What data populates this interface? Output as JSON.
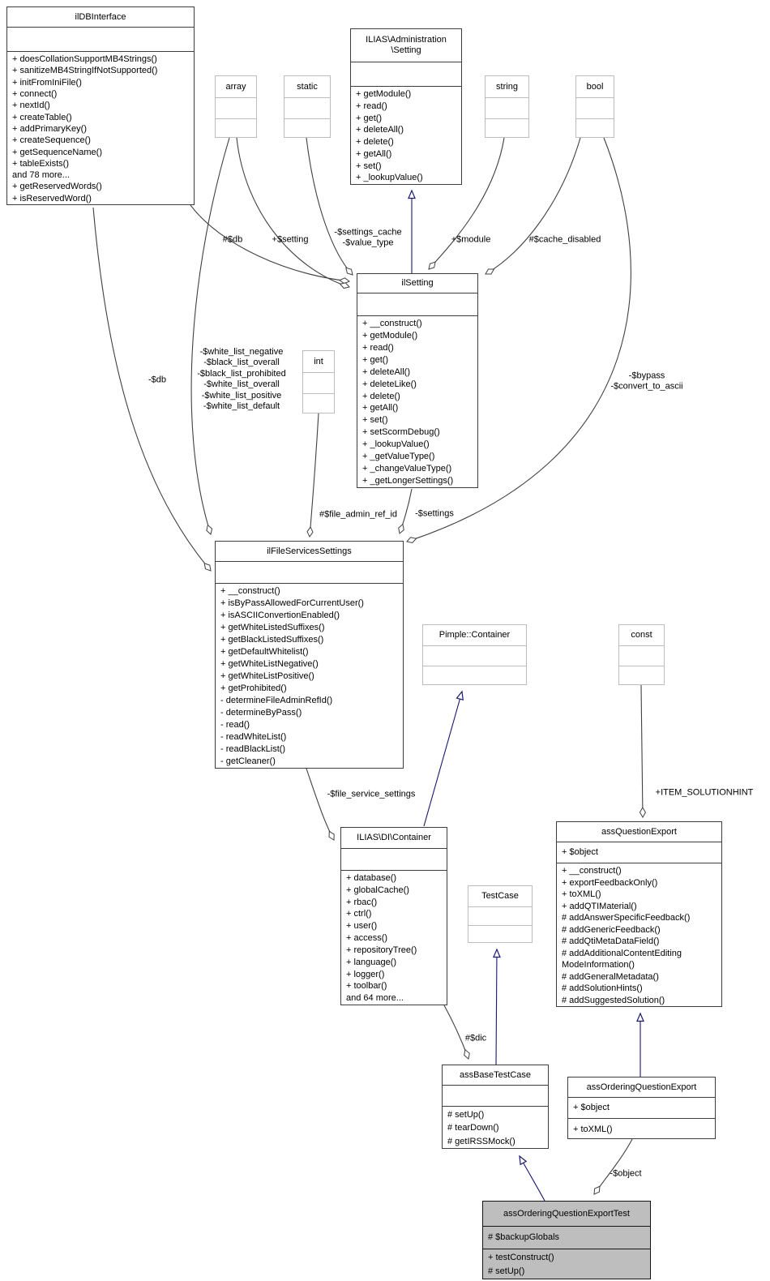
{
  "diagram": {
    "title": "assOrderingQuestionExportTest collaboration graph",
    "classes": [
      {
        "id": "ildbinterface",
        "title": "ilDBInterface",
        "attributes": [],
        "methods": [
          "+ doesCollationSupportMB4Strings()",
          "+ sanitizeMB4StringIfNotSupported()",
          "+ initFromIniFile()",
          "+ connect()",
          "+ nextId()",
          "+ createTable()",
          "+ addPrimaryKey()",
          "+ createSequence()",
          "+ getSequenceName()",
          "+ tableExists()",
          "and 78 more...",
          "+ getReservedWords()",
          "+ isReservedWord()"
        ]
      },
      {
        "id": "array",
        "title": "array",
        "attributes": [],
        "methods": []
      },
      {
        "id": "static",
        "title": "static",
        "attributes": [],
        "methods": []
      },
      {
        "id": "ilias-administration-setting",
        "title": "ILIAS\\Administration\n\\Setting",
        "attributes": [],
        "methods": [
          "+ getModule()",
          "+ read()",
          "+ get()",
          "+ deleteAll()",
          "+ delete()",
          "+ getAll()",
          "+ set()",
          "+ _lookupValue()"
        ]
      },
      {
        "id": "string",
        "title": "string",
        "attributes": [],
        "methods": []
      },
      {
        "id": "bool",
        "title": "bool",
        "attributes": [],
        "methods": []
      },
      {
        "id": "ilsetting",
        "title": "ilSetting",
        "attributes": [],
        "methods": [
          "+ __construct()",
          "+ getModule()",
          "+ read()",
          "+ get()",
          "+ deleteAll()",
          "+ deleteLike()",
          "+ delete()",
          "+ getAll()",
          "+ set()",
          "+ setScormDebug()",
          "+ _lookupValue()",
          "+ _getValueType()",
          "+ _changeValueType()",
          "+ _getLongerSettings()"
        ]
      },
      {
        "id": "int",
        "title": "int",
        "attributes": [],
        "methods": []
      },
      {
        "id": "ilfileservicessettings",
        "title": "ilFileServicesSettings",
        "attributes": [],
        "methods": [
          "+ __construct()",
          "+ isByPassAllowedForCurrentUser()",
          "+ isASCIIConvertionEnabled()",
          "+ getWhiteListedSuffixes()",
          "+ getBlackListedSuffixes()",
          "+ getDefaultWhitelist()",
          "+ getWhiteListNegative()",
          "+ getWhiteListPositive()",
          "+ getProhibited()",
          "- determineFileAdminRefId()",
          "- determineByPass()",
          "- read()",
          "- readWhiteList()",
          "- readBlackList()",
          "- getCleaner()"
        ]
      },
      {
        "id": "pimple-container",
        "title": "Pimple::Container",
        "attributes": [],
        "methods": []
      },
      {
        "id": "const",
        "title": "const",
        "attributes": [],
        "methods": []
      },
      {
        "id": "ilias-di-container",
        "title": "ILIAS\\DI\\Container",
        "attributes": [],
        "methods": [
          "+ database()",
          "+ globalCache()",
          "+ rbac()",
          "+ ctrl()",
          "+ user()",
          "+ access()",
          "+ repositoryTree()",
          "+ language()",
          "+ logger()",
          "+ toolbar()",
          "and 64 more..."
        ]
      },
      {
        "id": "testcase",
        "title": "TestCase",
        "attributes": [],
        "methods": []
      },
      {
        "id": "assquestionexport",
        "title": "assQuestionExport",
        "attributes": [
          "+ $object"
        ],
        "methods": [
          "+ __construct()",
          "+ exportFeedbackOnly()",
          "+ toXML()",
          "+ addQTIMaterial()",
          "# addAnswerSpecificFeedback()",
          "# addGenericFeedback()",
          "# addQtiMetaDataField()",
          "# addAdditionalContentEditing",
          "ModeInformation()",
          "# addGeneralMetadata()",
          "# addSolutionHints()",
          "# addSuggestedSolution()"
        ]
      },
      {
        "id": "assbasetestcase",
        "title": "assBaseTestCase",
        "attributes": [],
        "methods": [
          "# setUp()",
          "# tearDown()",
          "# getIRSSMock()"
        ]
      },
      {
        "id": "assorderingquestionexport",
        "title": "assOrderingQuestionExport",
        "attributes": [
          "+ $object"
        ],
        "methods": [
          "+ toXML()"
        ]
      },
      {
        "id": "assorderingquestionexporttest",
        "title": "assOrderingQuestionExportTest",
        "attributes": [
          "# $backupGlobals"
        ],
        "methods": [
          "+ testConstruct()",
          "# setUp()"
        ],
        "highlighted": true
      }
    ],
    "edge_labels": [
      {
        "id": "db-ilsetting",
        "text": "#$db"
      },
      {
        "id": "setting-member",
        "text": "+$setting"
      },
      {
        "id": "settings-cache",
        "text": "-$settings_cache\n-$value_type"
      },
      {
        "id": "module",
        "text": "+$module"
      },
      {
        "id": "cache-disabled",
        "text": "#$cache_disabled"
      },
      {
        "id": "db-ilfss",
        "text": "-$db"
      },
      {
        "id": "whitelists",
        "text": "-$white_list_negative\n-$black_list_overall\n-$black_list_prohibited\n-$white_list_overall\n-$white_list_positive\n-$white_list_default"
      },
      {
        "id": "bypass",
        "text": "-$bypass\n-$convert_to_ascii"
      },
      {
        "id": "file-admin-ref-id",
        "text": "#$file_admin_ref_id"
      },
      {
        "id": "settings",
        "text": "-$settings"
      },
      {
        "id": "file-service-settings",
        "text": "-$file_service_settings"
      },
      {
        "id": "item-solutionhint",
        "text": "+ITEM_SOLUTIONHINT"
      },
      {
        "id": "dic",
        "text": "#$dic"
      },
      {
        "id": "object",
        "text": "-$object"
      }
    ]
  },
  "colors": {
    "association_edge": "#404040",
    "inheritance_edge": "#191970",
    "class_border": "#3d3d3d",
    "type_border": "#bcbcbc",
    "box_fill": "#ffffff",
    "highlight_fill": "#bebebe"
  }
}
